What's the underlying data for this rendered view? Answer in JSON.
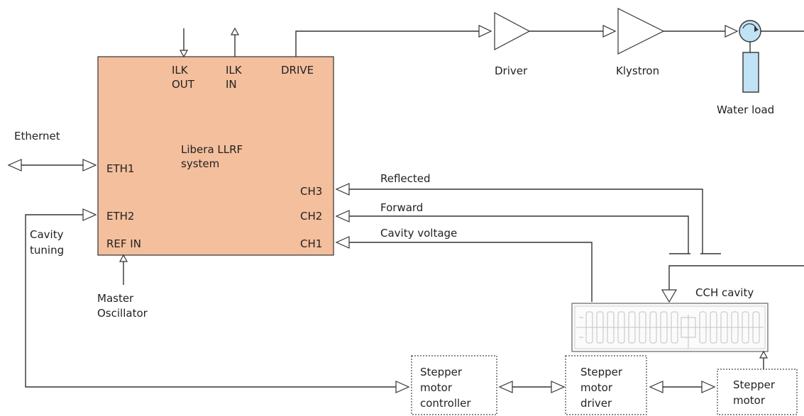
{
  "colors": {
    "system_fill": "#f4bf9d",
    "water_load_fill": "#bfe2f5",
    "water_load_stroke": "#3a3a3a",
    "cavity_fill": "#fbfbfb",
    "line": "#333333"
  },
  "system": {
    "name_line1": "Libera LLRF",
    "name_line2": "system",
    "ports": {
      "ilk_out_1": "ILK",
      "ilk_out_2": "OUT",
      "ilk_in_1": "ILK",
      "ilk_in_2": "IN",
      "drive": "DRIVE",
      "eth1": "ETH1",
      "eth2": "ETH2",
      "ref_in": "REF IN",
      "ch3": "CH3",
      "ch2": "CH2",
      "ch1": "CH1"
    }
  },
  "labels": {
    "ethernet": "Ethernet",
    "cavity_tuning_1": "Cavity",
    "cavity_tuning_2": "tuning",
    "master_osc_1": "Master",
    "master_osc_2": "Oscillator",
    "driver": "Driver",
    "klystron": "Klystron",
    "water_load": "Water load",
    "reflected": "Reflected",
    "forward": "Forward",
    "cavity_voltage": "Cavity voltage",
    "cch_cavity": "CCH cavity"
  },
  "stepper": {
    "controller": [
      "Stepper",
      "motor",
      "controller"
    ],
    "driver": [
      "Stepper",
      "motor",
      "driver"
    ],
    "motor": [
      "Stepper",
      "motor"
    ]
  },
  "icons": {
    "circulator": "circulator-icon",
    "water_load": "water-load-icon",
    "cavity": "cch-cavity-icon"
  }
}
